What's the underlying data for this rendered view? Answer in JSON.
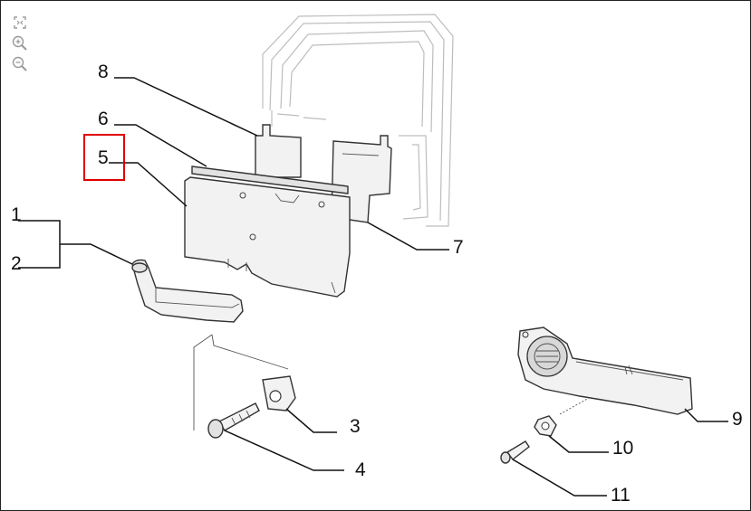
{
  "toolbar": {
    "tools": [
      {
        "name": "fit-to-window",
        "icon": "fit-window-icon"
      },
      {
        "name": "zoom-in",
        "icon": "zoom-in-icon"
      },
      {
        "name": "zoom-out",
        "icon": "zoom-out-icon"
      }
    ]
  },
  "callouts": {
    "c1": "1",
    "c2": "2",
    "c3": "3",
    "c4": "4",
    "c5": "5",
    "c6": "6",
    "c7": "7",
    "c8": "8",
    "c9": "9",
    "c10": "10",
    "c11": "11"
  },
  "highlight": {
    "callout": "5",
    "color": "#e00000"
  }
}
